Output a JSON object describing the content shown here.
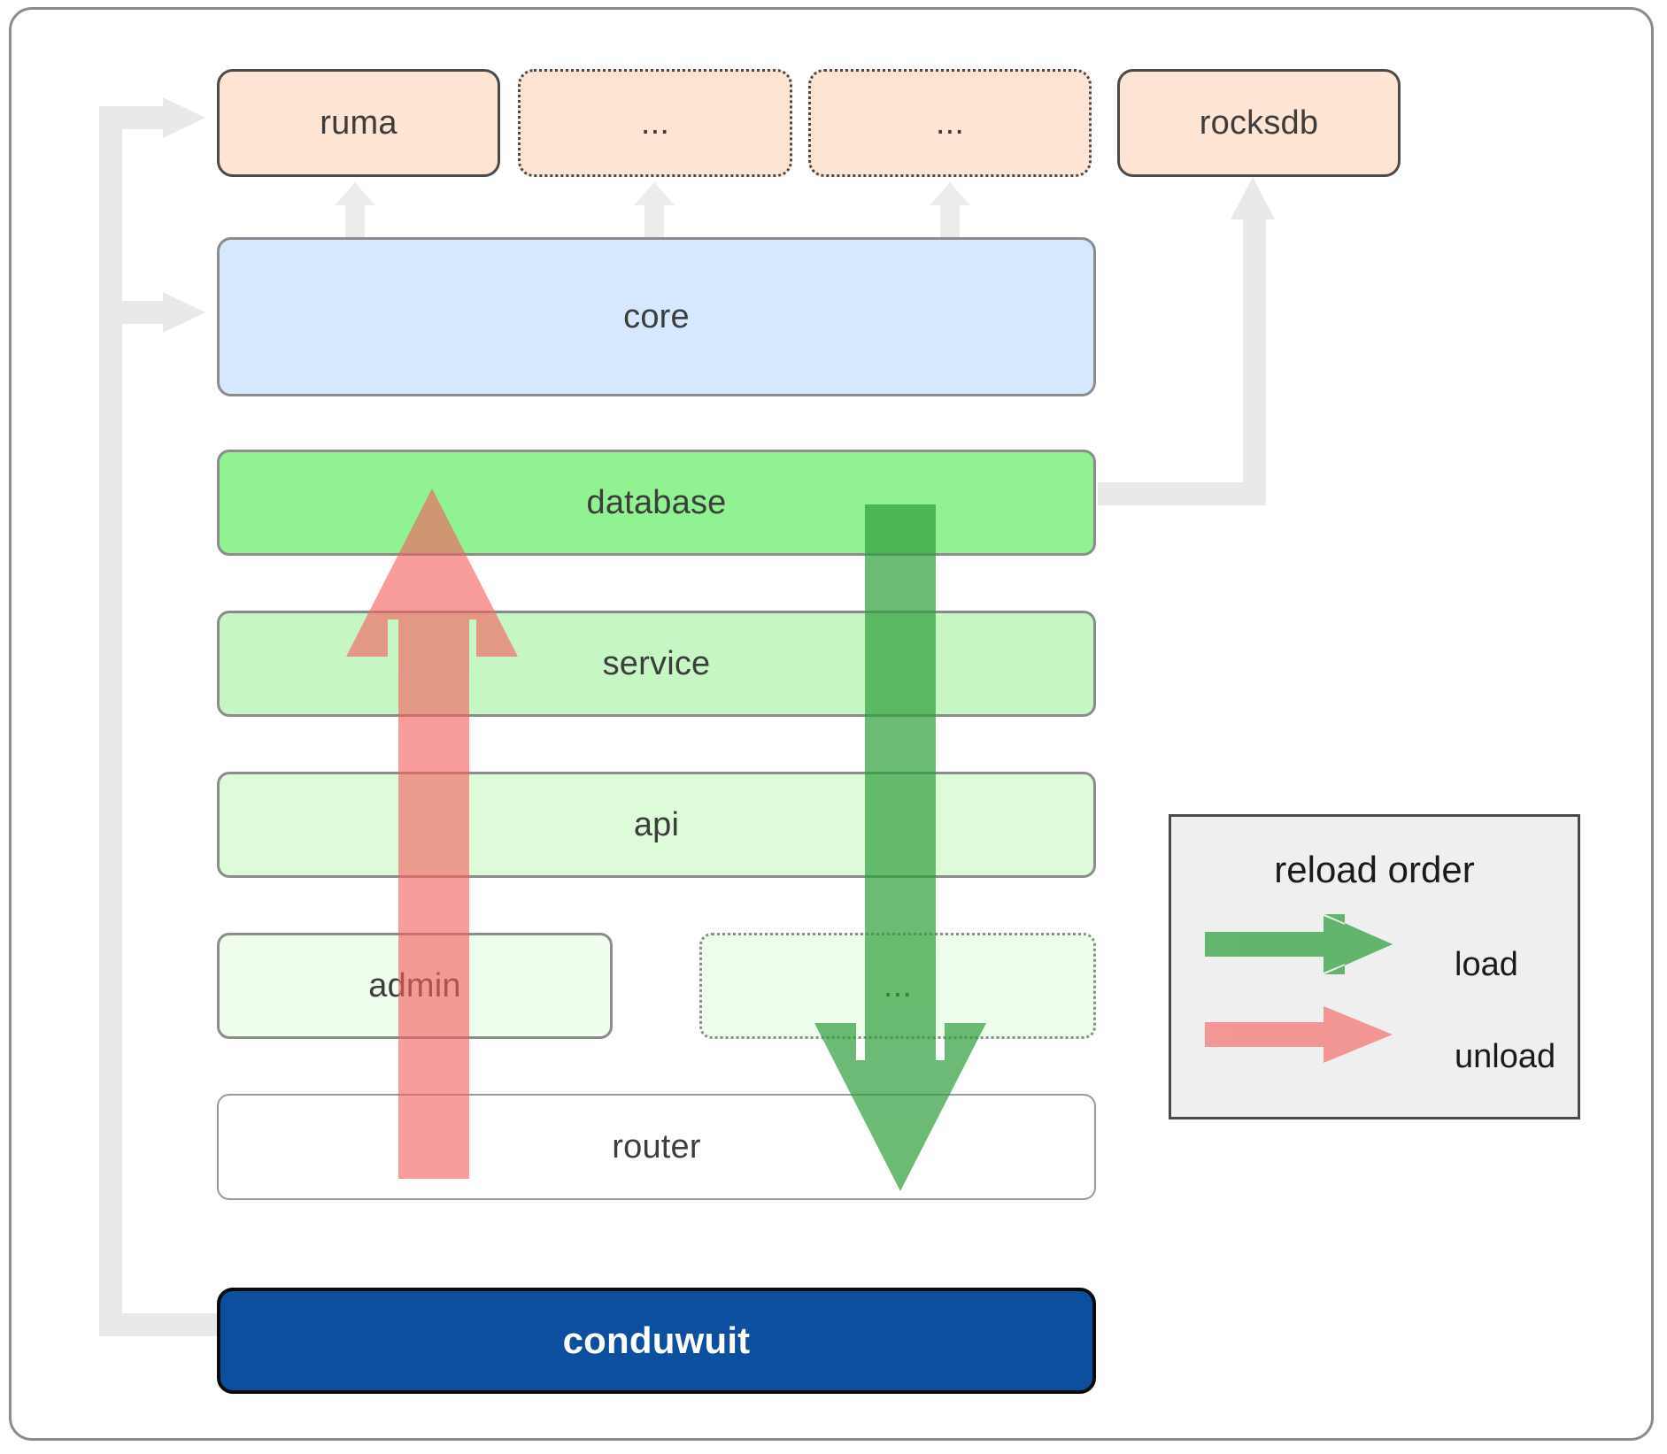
{
  "diagram": {
    "title": "conduwuit crate / module layering and reload order",
    "background": "#ffffff",
    "border_color": "#8c8c8c"
  },
  "crates": [
    {
      "label": "ruma",
      "style": "solid",
      "fill": "#fde4d3",
      "stroke": "#4a4a4a"
    },
    {
      "label": "...",
      "style": "dotted",
      "fill": "#fde4d3",
      "stroke": "#4a4a4a"
    },
    {
      "label": "...",
      "style": "dotted",
      "fill": "#fde4d3",
      "stroke": "#4a4a4a"
    },
    {
      "label": "rocksdb",
      "style": "solid",
      "fill": "#fde4d3",
      "stroke": "#4a4a4a"
    }
  ],
  "layers": [
    {
      "label": "core",
      "fill": "#d5e8fd",
      "style": "solid"
    },
    {
      "label": "database",
      "fill": "#90f291",
      "style": "solid"
    },
    {
      "label": "service",
      "fill": "#c6f6c4",
      "style": "solid"
    },
    {
      "label": "api",
      "fill": "#ddfad9",
      "style": "solid"
    },
    {
      "label": "admin",
      "fill": "#effdec",
      "style": "solid"
    },
    {
      "label": "...",
      "fill": "#effdec",
      "style": "dotted"
    },
    {
      "label": "router",
      "fill": "#ffffff",
      "style": "solid"
    }
  ],
  "root": {
    "label": "conduwuit",
    "fill": "#0b4f9e",
    "text_color": "#ffffff",
    "stroke": "#0a0a0a"
  },
  "legend": {
    "title": "reload order",
    "border_color": "#4a4a4a",
    "background": "#efefef",
    "entries": [
      {
        "label": "load",
        "color": "#4aa košik"
      },
      {
        "label": "unload",
        "color": "#fa8080"
      }
    ],
    "load_label": "load",
    "unload_label": "unload",
    "load_color": "#4da75a",
    "unload_color": "#fa8080"
  },
  "flows": {
    "load": {
      "name": "load",
      "direction": "downward",
      "color": "#3f9b4f",
      "from": "database",
      "to": "router"
    },
    "unload": {
      "name": "unload",
      "direction": "upward",
      "color": "#f4605f",
      "from": "router",
      "to": "database"
    }
  },
  "dependency_arrows": [
    {
      "from": "conduwuit",
      "to": "ruma",
      "color": "#e9e9e9"
    },
    {
      "from": "conduwuit",
      "to": "core",
      "color": "#e9e9e9"
    },
    {
      "from": "core",
      "to": "ruma",
      "color": "#ececec"
    },
    {
      "from": "core",
      "to": "...",
      "color": "#ececec"
    },
    {
      "from": "core",
      "to": "...",
      "color": "#ececec"
    },
    {
      "from": "database",
      "to": "rocksdb",
      "color": "#e9e9e9"
    }
  ]
}
